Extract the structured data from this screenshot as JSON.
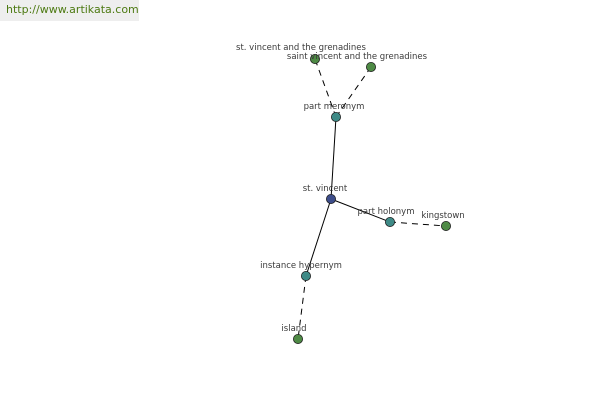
{
  "site": {
    "url_text": "http://www.artikata.com"
  },
  "graph": {
    "colors": {
      "center": "#3d4d8a",
      "relation": "#3e8a86",
      "leaf": "#4e8a45"
    },
    "nodes": [
      {
        "id": "st-vincent",
        "label": "st. vincent",
        "kind": "center"
      },
      {
        "id": "part-meronym",
        "label": "part meronym",
        "kind": "relation"
      },
      {
        "id": "part-holonym",
        "label": "part holonym",
        "kind": "relation"
      },
      {
        "id": "instance-hypernym",
        "label": "instance hypernym",
        "kind": "relation"
      },
      {
        "id": "st-vincent-and-the-grenadines",
        "label": "st. vincent and the grenadines",
        "kind": "leaf"
      },
      {
        "id": "saint-vincent-and-the-grenadines",
        "label": "saint vincent and the grenadines",
        "kind": "leaf"
      },
      {
        "id": "kingstown",
        "label": "kingstown",
        "kind": "leaf"
      },
      {
        "id": "island",
        "label": "island",
        "kind": "leaf"
      }
    ],
    "edges": [
      {
        "from": "st-vincent",
        "to": "part-meronym",
        "style": "solid"
      },
      {
        "from": "st-vincent",
        "to": "part-holonym",
        "style": "solid"
      },
      {
        "from": "st-vincent",
        "to": "instance-hypernym",
        "style": "solid"
      },
      {
        "from": "part-meronym",
        "to": "st-vincent-and-the-grenadines",
        "style": "dashed"
      },
      {
        "from": "part-meronym",
        "to": "saint-vincent-and-the-grenadines",
        "style": "dashed"
      },
      {
        "from": "part-holonym",
        "to": "kingstown",
        "style": "dashed"
      },
      {
        "from": "instance-hypernym",
        "to": "island",
        "style": "dashed"
      }
    ]
  }
}
